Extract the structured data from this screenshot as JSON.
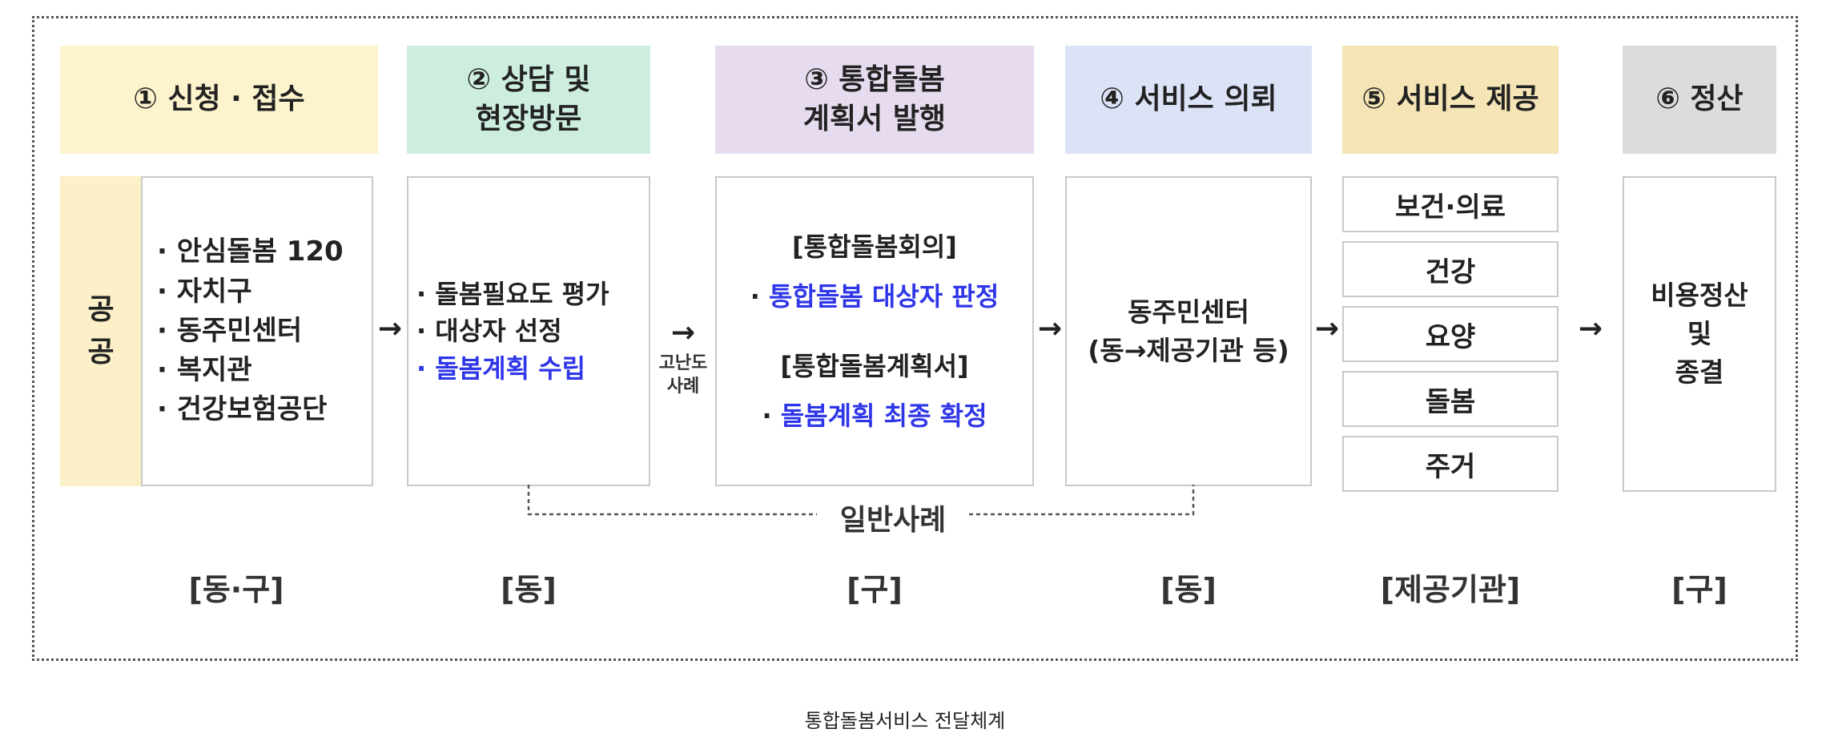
{
  "steps": [
    {
      "number": "①",
      "title_lines": [
        "신청 · 접수"
      ],
      "color": "#fdf3cd"
    },
    {
      "number": "②",
      "title_lines": [
        "상담 및",
        "현장방문"
      ],
      "color": "#cdeedf"
    },
    {
      "number": "③",
      "title_lines": [
        "통합돌봄",
        "계획서 발행"
      ],
      "color": "#e7dcef"
    },
    {
      "number": "④",
      "title_lines": [
        "서비스 의뢰"
      ],
      "color": "#dde3f6"
    },
    {
      "number": "⑤",
      "title_lines": [
        "서비스 제공"
      ],
      "color": "#f5e4b5"
    },
    {
      "number": "⑥",
      "title_lines": [
        "정산"
      ],
      "color": "#dcdcdc"
    }
  ],
  "public_tag": {
    "lines": [
      "공",
      "공"
    ],
    "color": "#fbf0c7"
  },
  "step1_items": [
    "· 안심돌봄 120",
    "· 자치구",
    "· 동주민센터",
    "· 복지관",
    "· 건강보험공단"
  ],
  "step2_items": [
    {
      "text": "· 돌봄필요도 평가",
      "color": "#222222"
    },
    {
      "text": "· 대상자 선정",
      "color": "#222222"
    },
    {
      "text": "· 돌봄계획 수립",
      "color": "#2f36e8"
    }
  ],
  "step3": {
    "heading1": "[통합돌봄회의]",
    "item1_bullet": "· ",
    "item1": "통합돌봄 대상자 판정",
    "heading2": "[통합돌봄계획서]",
    "item2_bullet": "· ",
    "item2": "돌봄계획 최종 확정"
  },
  "step4_lines": [
    "동주민센터",
    "(동→제공기관 등)"
  ],
  "services": [
    "보건·의료",
    "건강",
    "요양",
    "돌봄",
    "주거"
  ],
  "step6_lines": [
    "비용정산",
    "및",
    "종결"
  ],
  "arrow_symbol": "→",
  "difficult_case_lines": [
    "고난도",
    "사례"
  ],
  "general_case": "일반사례",
  "bottom_labels": [
    "[동·구]",
    "[동]",
    "[구]",
    "[동]",
    "[제공기관]",
    "[구]"
  ],
  "caption": "통합돌봄서비스 전달체계"
}
